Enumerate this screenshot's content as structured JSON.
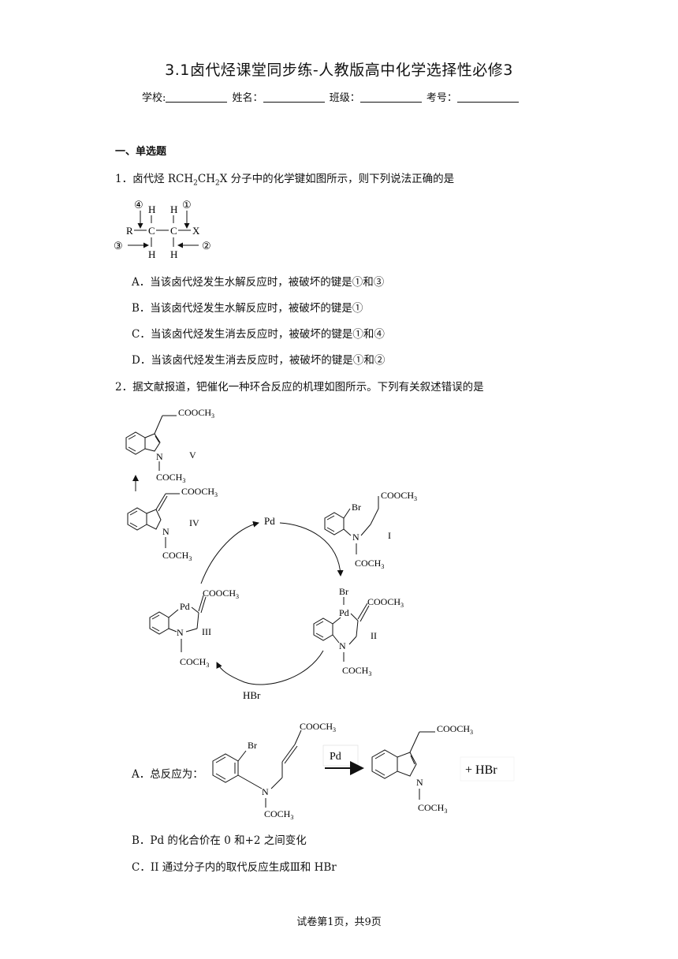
{
  "header": {
    "title": "3.1卤代烃课堂同步练-人教版高中化学选择性必修3",
    "school_label": "学校:",
    "name_label": "姓名：",
    "class_label": "班级：",
    "exam_no_label": "考号："
  },
  "section": "一、单选题",
  "q1": {
    "number": "1．",
    "stem_pre": "卤代烃 RCH",
    "stem_sub1": "2",
    "stem_mid": "CH",
    "stem_sub2": "2",
    "stem_post": "X 分子中的化学键如图所示，则下列说法正确的是",
    "figure": {
      "c1": "④",
      "c2": "①",
      "c3": "③",
      "c4": "②",
      "H": "H",
      "R": "R",
      "C": "C",
      "X": "X"
    },
    "options": [
      "A．当该卤代烃发生水解反应时，被破坏的键是①和③",
      "B．当该卤代烃发生水解反应时，被破坏的键是①",
      "C．当该卤代烃发生消去反应时，被破坏的键是①和④",
      "D．当该卤代烃发生消去反应时，被破坏的键是①和②"
    ]
  },
  "q2": {
    "number": "2．",
    "stem": "据文献报道，钯催化一种环合反应的机理如图所示。下列有关叙述错误的是",
    "figure": {
      "COOCH": "COOCH",
      "sub3": "3",
      "COCH": "COCH",
      "N": "N",
      "Br": "Br",
      "Pd": "Pd",
      "HBr": "HBr",
      "label_I": "I",
      "label_II": "II",
      "label_III": "III",
      "label_IV": "IV",
      "label_V": "V"
    },
    "optionA_prefix": "A．总反应为：",
    "optionA_catalyst": "Pd",
    "optionA_product": "+ HBr",
    "optionB": "B．Pd 的化合价在 0 和+2  之间变化",
    "optionC": "C．II 通过分子内的取代反应生成Ⅲ和 HBr"
  },
  "footer": "试卷第1页，共9页"
}
